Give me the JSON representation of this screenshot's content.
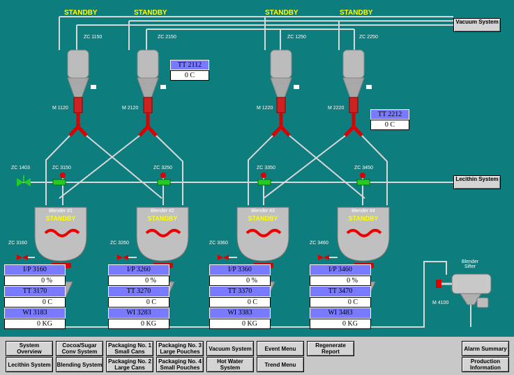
{
  "standby_labels": [
    "STANDBY",
    "STANDBY",
    "STANDBY",
    "STANDBY"
  ],
  "external": {
    "vacuum": "Vacuum System",
    "lecithin": "Lecithin System"
  },
  "hoppers": [
    {
      "zc": "ZC 1150",
      "motor": "M 1120"
    },
    {
      "zc": "ZC 2150",
      "motor": "M 2120"
    },
    {
      "zc": "ZC 1250",
      "motor": "M 1220"
    },
    {
      "zc": "ZC 2250",
      "motor": "M 2220"
    }
  ],
  "hopper_temps": [
    {
      "label": "TT 2112",
      "value": "0 C"
    },
    {
      "label": "TT 2212",
      "value": "0 C"
    }
  ],
  "lecithin_valves": {
    "main": "ZC 1403",
    "items": [
      "ZC 3150",
      "ZC 3250",
      "ZC 3350",
      "ZC 3450"
    ]
  },
  "blenders": [
    {
      "name": "Blender #1",
      "state": "STANDBY",
      "valve": "ZC 3160",
      "ip": {
        "label": "I/P 3160",
        "value": "0 %"
      },
      "tt": {
        "label": "TT 3170",
        "value": "0 C"
      },
      "wi": {
        "label": "WI 3183",
        "value": "0 KG"
      }
    },
    {
      "name": "Blender #2",
      "state": "STANDBY",
      "valve": "ZC 3260",
      "ip": {
        "label": "I/P 3260",
        "value": "0 %"
      },
      "tt": {
        "label": "TT 3270",
        "value": "0 C"
      },
      "wi": {
        "label": "WI 3283",
        "value": "0 KG"
      }
    },
    {
      "name": "Blender #3",
      "state": "STANDBY",
      "valve": "ZC 3360",
      "ip": {
        "label": "I/P 3360",
        "value": "0 %"
      },
      "tt": {
        "label": "TT 3370",
        "value": "0 C"
      },
      "wi": {
        "label": "WI 3383",
        "value": "0 KG"
      }
    },
    {
      "name": "Blender #4",
      "state": "STANDBY",
      "valve": "ZC 3460",
      "ip": {
        "label": "I/P 3460",
        "value": "0 %"
      },
      "tt": {
        "label": "TT 3470",
        "value": "0 C"
      },
      "wi": {
        "label": "WI 3483",
        "value": "0 KG"
      }
    }
  ],
  "sifter": {
    "name": "Blender Sifter",
    "motor": "M 4100"
  },
  "nav": {
    "system_overview": "System Overview",
    "lecithin_system": "Lecithin System",
    "cocoa_sugar": "Cocoa/Sugar Conv System",
    "blending_system": "Blending System",
    "pkg1": "Packaging No. 1 Small Cans",
    "pkg2": "Packaging No. 2 Large Cans",
    "pkg3": "Packaging No. 3 Large Pouches",
    "pkg4": "Packaging No. 4 Small Pouches",
    "vacuum_system": "Vacuum System",
    "hot_water": "Hot Water System",
    "event_menu": "Event Menu",
    "trend_menu": "Trend Menu",
    "regenerate": "Regenerate Report",
    "alarm_summary": "Alarm Summary",
    "production_info": "Production Information"
  },
  "colors": {
    "background": "#0e7d7d",
    "status_text": "#ffff00",
    "pipe": "#d8d8d8",
    "valve_red": "#e00000",
    "valve_green": "#22cc22",
    "tag_label_bg": "#7a7aff"
  }
}
